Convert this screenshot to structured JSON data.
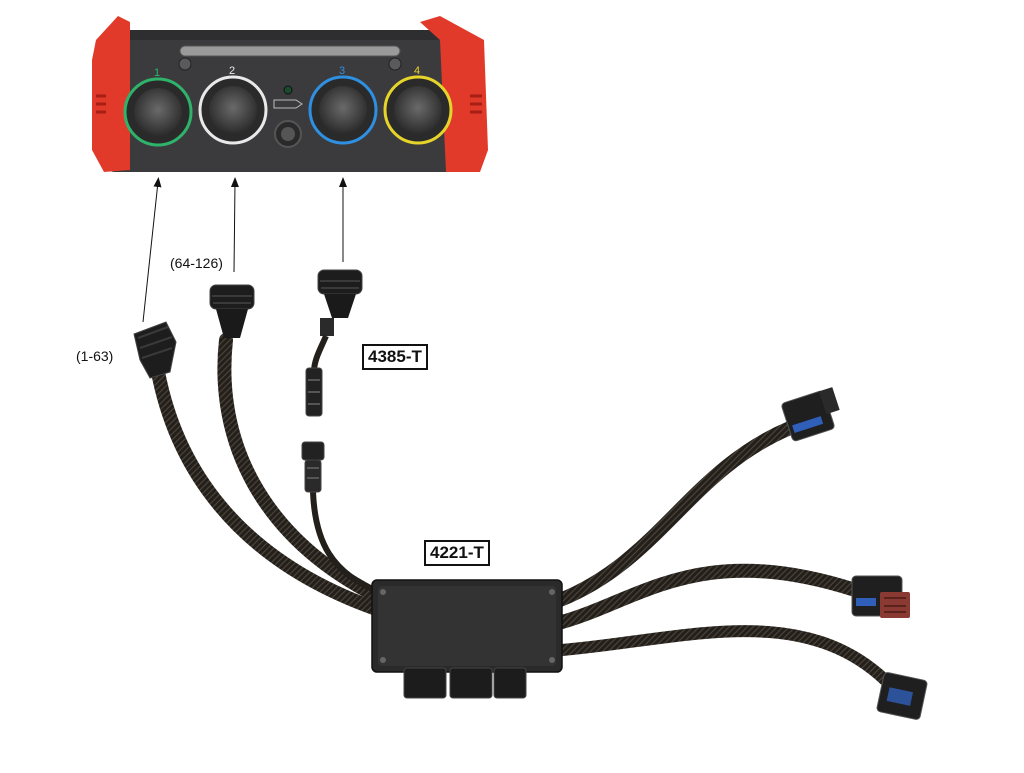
{
  "device": {
    "ports": [
      {
        "number": "1",
        "color": "#2fb36a"
      },
      {
        "number": "2",
        "color": "#e9e9e9"
      },
      {
        "number": "3",
        "color": "#2f8fe0"
      },
      {
        "number": "4",
        "color": "#e6d42b"
      }
    ],
    "body_color": "#3b3b3d",
    "bumper_color": "#e23a2a"
  },
  "labels": {
    "range_1": "(1-63)",
    "range_2": "(64-126)",
    "adapter": "4385-T",
    "breakout": "4221-T"
  },
  "colors": {
    "cable": "#231f1b",
    "box": "#2a2a2a",
    "arrow": "#111111"
  }
}
